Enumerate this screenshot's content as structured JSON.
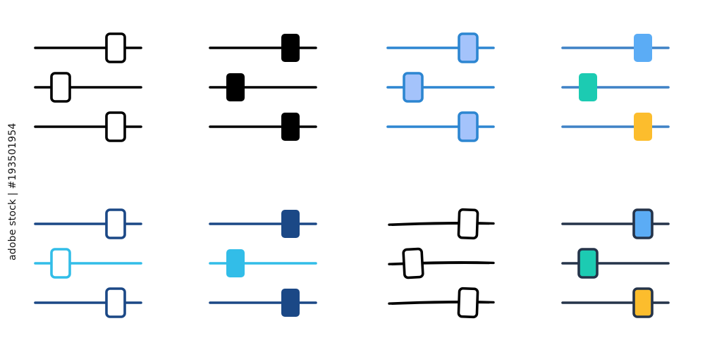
{
  "stock_id": "adobe stock | #193501954",
  "colors": {
    "black": "#000000",
    "bright_blue": "#2d86d1",
    "pale_blue_fill": "#a4c3fb",
    "light_blue_fill": "#5bacf5",
    "muted_blue_line": "#3f82c6",
    "teal_fill": "#1ccbb2",
    "amber_fill": "#fcbd2d",
    "navy": "#1b4886",
    "cyan": "#32bde8",
    "dark_slate": "#25344a"
  },
  "icons": [
    {
      "name": "slider-settings-icon-outline-black",
      "style": "outline",
      "sliders": [
        {
          "level": 0.76,
          "line": "#000000",
          "handle_stroke": "#000000",
          "handle_fill": "#ffffff"
        },
        {
          "level": 0.24,
          "line": "#000000",
          "handle_stroke": "#000000",
          "handle_fill": "#ffffff"
        },
        {
          "level": 0.76,
          "line": "#000000",
          "handle_stroke": "#000000",
          "handle_fill": "#ffffff"
        }
      ]
    },
    {
      "name": "slider-settings-icon-solid-black",
      "style": "solid",
      "sliders": [
        {
          "level": 0.76,
          "line": "#000000",
          "handle_stroke": "none",
          "handle_fill": "#000000"
        },
        {
          "level": 0.24,
          "line": "#000000",
          "handle_stroke": "none",
          "handle_fill": "#000000"
        },
        {
          "level": 0.76,
          "line": "#000000",
          "handle_stroke": "none",
          "handle_fill": "#000000"
        }
      ]
    },
    {
      "name": "slider-settings-icon-blue-filled-outline",
      "style": "outline",
      "sliders": [
        {
          "level": 0.76,
          "line": "#2d86d1",
          "handle_stroke": "#2d86d1",
          "handle_fill": "#a4c3fb"
        },
        {
          "level": 0.24,
          "line": "#2d86d1",
          "handle_stroke": "#2d86d1",
          "handle_fill": "#a4c3fb"
        },
        {
          "level": 0.76,
          "line": "#2d86d1",
          "handle_stroke": "#2d86d1",
          "handle_fill": "#a4c3fb"
        }
      ]
    },
    {
      "name": "slider-settings-icon-flat-color",
      "style": "solid",
      "sliders": [
        {
          "level": 0.76,
          "line": "#3f82c6",
          "handle_stroke": "none",
          "handle_fill": "#5bacf5"
        },
        {
          "level": 0.24,
          "line": "#3f82c6",
          "handle_stroke": "none",
          "handle_fill": "#1ccbb2"
        },
        {
          "level": 0.76,
          "line": "#3f82c6",
          "handle_stroke": "none",
          "handle_fill": "#fcbd2d"
        }
      ]
    },
    {
      "name": "slider-settings-icon-outline-two-tone",
      "style": "outline",
      "sliders": [
        {
          "level": 0.76,
          "line": "#1b4886",
          "handle_stroke": "#1b4886",
          "handle_fill": "#ffffff"
        },
        {
          "level": 0.24,
          "line": "#32bde8",
          "handle_stroke": "#32bde8",
          "handle_fill": "#ffffff"
        },
        {
          "level": 0.76,
          "line": "#1b4886",
          "handle_stroke": "#1b4886",
          "handle_fill": "#ffffff"
        }
      ]
    },
    {
      "name": "slider-settings-icon-solid-two-tone",
      "style": "solid",
      "sliders": [
        {
          "level": 0.76,
          "line": "#1b4886",
          "handle_stroke": "none",
          "handle_fill": "#1b4886"
        },
        {
          "level": 0.24,
          "line": "#32bde8",
          "handle_stroke": "none",
          "handle_fill": "#32bde8"
        },
        {
          "level": 0.76,
          "line": "#1b4886",
          "handle_stroke": "none",
          "handle_fill": "#1b4886"
        }
      ]
    },
    {
      "name": "slider-settings-icon-hand-drawn",
      "style": "sketch",
      "sliders": [
        {
          "level": 0.76,
          "line": "#000000",
          "handle_stroke": "#000000",
          "handle_fill": "#ffffff"
        },
        {
          "level": 0.24,
          "line": "#000000",
          "handle_stroke": "#000000",
          "handle_fill": "#ffffff"
        },
        {
          "level": 0.76,
          "line": "#000000",
          "handle_stroke": "#000000",
          "handle_fill": "#ffffff"
        }
      ]
    },
    {
      "name": "slider-settings-icon-filled-outline-color",
      "style": "outline",
      "sliders": [
        {
          "level": 0.76,
          "line": "#25344a",
          "handle_stroke": "#25344a",
          "handle_fill": "#5bacf5"
        },
        {
          "level": 0.24,
          "line": "#25344a",
          "handle_stroke": "#25344a",
          "handle_fill": "#1ccbb2"
        },
        {
          "level": 0.76,
          "line": "#25344a",
          "handle_stroke": "#25344a",
          "handle_fill": "#fcbd2d"
        }
      ]
    }
  ]
}
